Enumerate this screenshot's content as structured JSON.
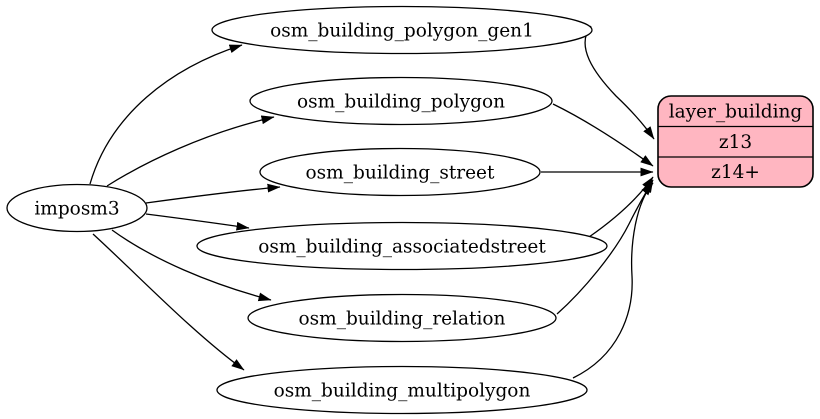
{
  "diagram": {
    "background": "#ffffff",
    "edge_color": "#000000",
    "text_color": "#000000",
    "source_node": {
      "label": "imposm3"
    },
    "table_nodes": [
      {
        "label": "osm_building_polygon_gen1"
      },
      {
        "label": "osm_building_polygon"
      },
      {
        "label": "osm_building_street"
      },
      {
        "label": "osm_building_associatedstreet"
      },
      {
        "label": "osm_building_relation"
      },
      {
        "label": "osm_building_multipolygon"
      }
    ],
    "layer_node": {
      "title": "layer_building",
      "fill": "#ffb6c1",
      "rows": [
        {
          "label": "z13"
        },
        {
          "label": "z14+"
        }
      ]
    },
    "edges": [
      {
        "from": "imposm3",
        "to": "osm_building_polygon_gen1"
      },
      {
        "from": "imposm3",
        "to": "osm_building_polygon"
      },
      {
        "from": "imposm3",
        "to": "osm_building_street"
      },
      {
        "from": "imposm3",
        "to": "osm_building_associatedstreet"
      },
      {
        "from": "imposm3",
        "to": "osm_building_relation"
      },
      {
        "from": "imposm3",
        "to": "osm_building_multipolygon"
      },
      {
        "from": "osm_building_polygon_gen1",
        "to": "layer_building:z13"
      },
      {
        "from": "osm_building_polygon",
        "to": "layer_building:z14+"
      },
      {
        "from": "osm_building_street",
        "to": "layer_building:z14+"
      },
      {
        "from": "osm_building_associatedstreet",
        "to": "layer_building:z14+"
      },
      {
        "from": "osm_building_relation",
        "to": "layer_building:z14+"
      },
      {
        "from": "osm_building_multipolygon",
        "to": "layer_building:z14+"
      }
    ]
  }
}
